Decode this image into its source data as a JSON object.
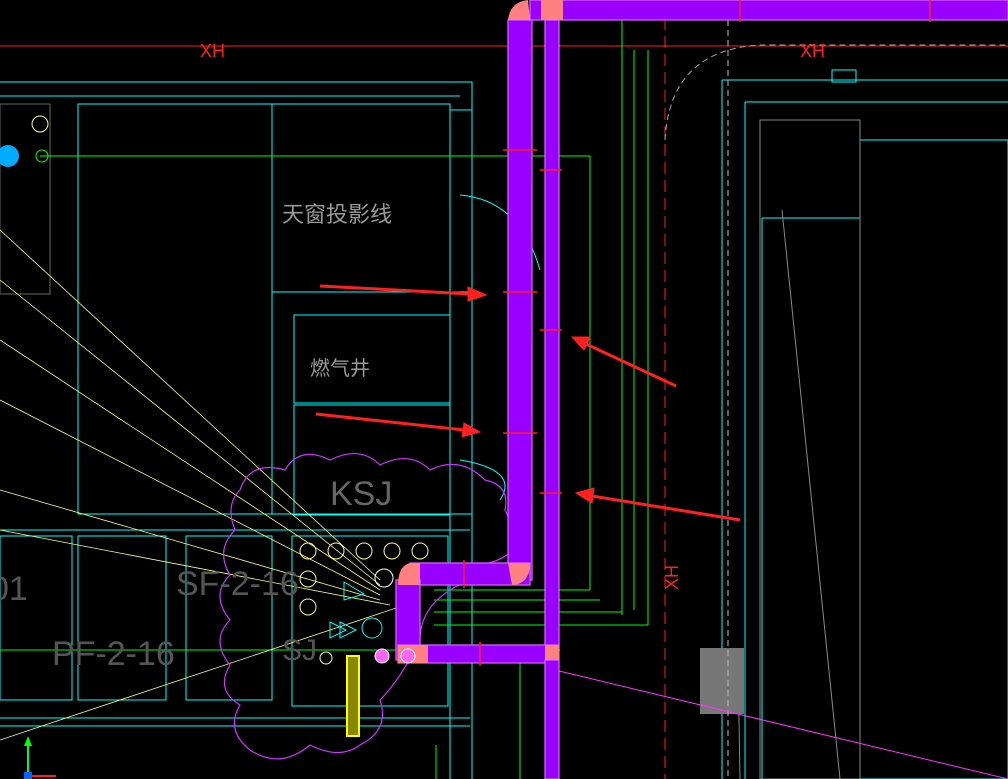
{
  "labels": {
    "xh_top_left": "XH",
    "xh_top_right": "XH",
    "xh_vertical": "XH",
    "skylight": "天窗投影线",
    "gas_shaft": "燃气井",
    "ksj": "KSJ",
    "sf": "SF-2-16",
    "pf": "PF-2-16",
    "left_partial": "01",
    "su_partial": "SJ"
  },
  "colors": {
    "background": "#000000",
    "wall_cyan": "#00ffff",
    "pipe_green": "#00ff00",
    "duct_purple": "#9900ff",
    "duct_elbow": "#ff8080",
    "annotation_red": "#ff2020",
    "hint_yellow": "#ffff80",
    "revision_cloud": "#cc33ff"
  },
  "icons": {
    "ucs_axis": "ucs-axis-icon",
    "arrow": "red-arrow-icon"
  }
}
